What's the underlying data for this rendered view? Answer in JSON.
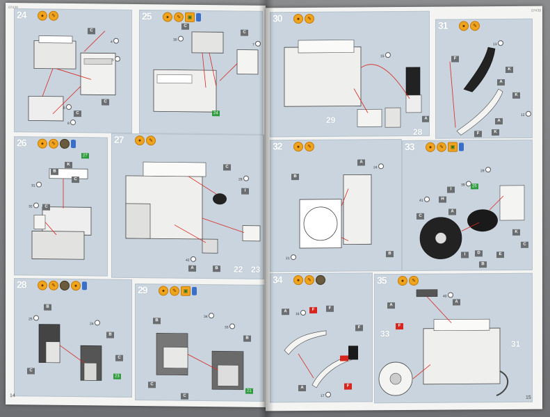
{
  "header": {
    "left_code": "07439",
    "right_code": "07439"
  },
  "pages": {
    "left_number": "14",
    "right_number": "15"
  },
  "steps": [
    {
      "number": "24",
      "icons": [
        "glue",
        "paint"
      ]
    },
    {
      "number": "25",
      "icons": [
        "glue",
        "paint",
        "decal",
        "blue"
      ]
    },
    {
      "number": "26",
      "icons": [
        "glue",
        "paint",
        "glue-dark",
        "blue"
      ]
    },
    {
      "number": "27",
      "icons": [
        "glue",
        "paint"
      ]
    },
    {
      "number": "28",
      "icons": [
        "glue",
        "paint",
        "glue-dark",
        "glue",
        "blue"
      ]
    },
    {
      "number": "29",
      "icons": [
        "glue",
        "paint",
        "decal",
        "blue"
      ]
    },
    {
      "number": "30",
      "icons": [
        "glue",
        "paint"
      ]
    },
    {
      "number": "31",
      "icons": [
        "glue",
        "paint"
      ]
    },
    {
      "number": "32",
      "icons": [
        "glue",
        "paint"
      ]
    },
    {
      "number": "33",
      "icons": [
        "glue",
        "paint",
        "decal",
        "blue"
      ]
    },
    {
      "number": "34",
      "icons": [
        "glue",
        "paint",
        "glue-dark"
      ]
    },
    {
      "number": "35",
      "icons": [
        "glue",
        "paint"
      ]
    }
  ],
  "sub_numbers": {
    "s22": "22",
    "s23": "23",
    "s29": "29",
    "s28": "28",
    "s33": "33",
    "s31": "31"
  },
  "green_tags": {
    "g24": "24",
    "g27": "27",
    "g25": "25",
    "g21": "21",
    "g23": "23"
  },
  "part_refs": {
    "r4": "4",
    "r5": "5",
    "r6": "6",
    "r8": "8",
    "r30": "30",
    "r7": "7",
    "r28": "28",
    "r31": "31",
    "r32": "32",
    "r26": "26",
    "r42": "42",
    "r25": "25",
    "r24": "24",
    "r34": "34",
    "r33": "33",
    "r15": "15",
    "r13": "13",
    "r12": "12",
    "r21": "21",
    "r39": "39",
    "r41": "41",
    "r29b": "29",
    "r16": "16",
    "r17": "17",
    "r40": "40"
  },
  "sprue_letters": {
    "C": "C",
    "B": "B",
    "K": "K",
    "I": "I",
    "A": "A",
    "F": "F",
    "H": "H",
    "D": "D",
    "E": "E"
  },
  "colors": {
    "panel": "#c9d4de",
    "glue_orange": "#f0a41e",
    "accent_red": "#d8261f",
    "decal_green": "#2e9b3c",
    "paint_blue": "#3a6fc9"
  }
}
